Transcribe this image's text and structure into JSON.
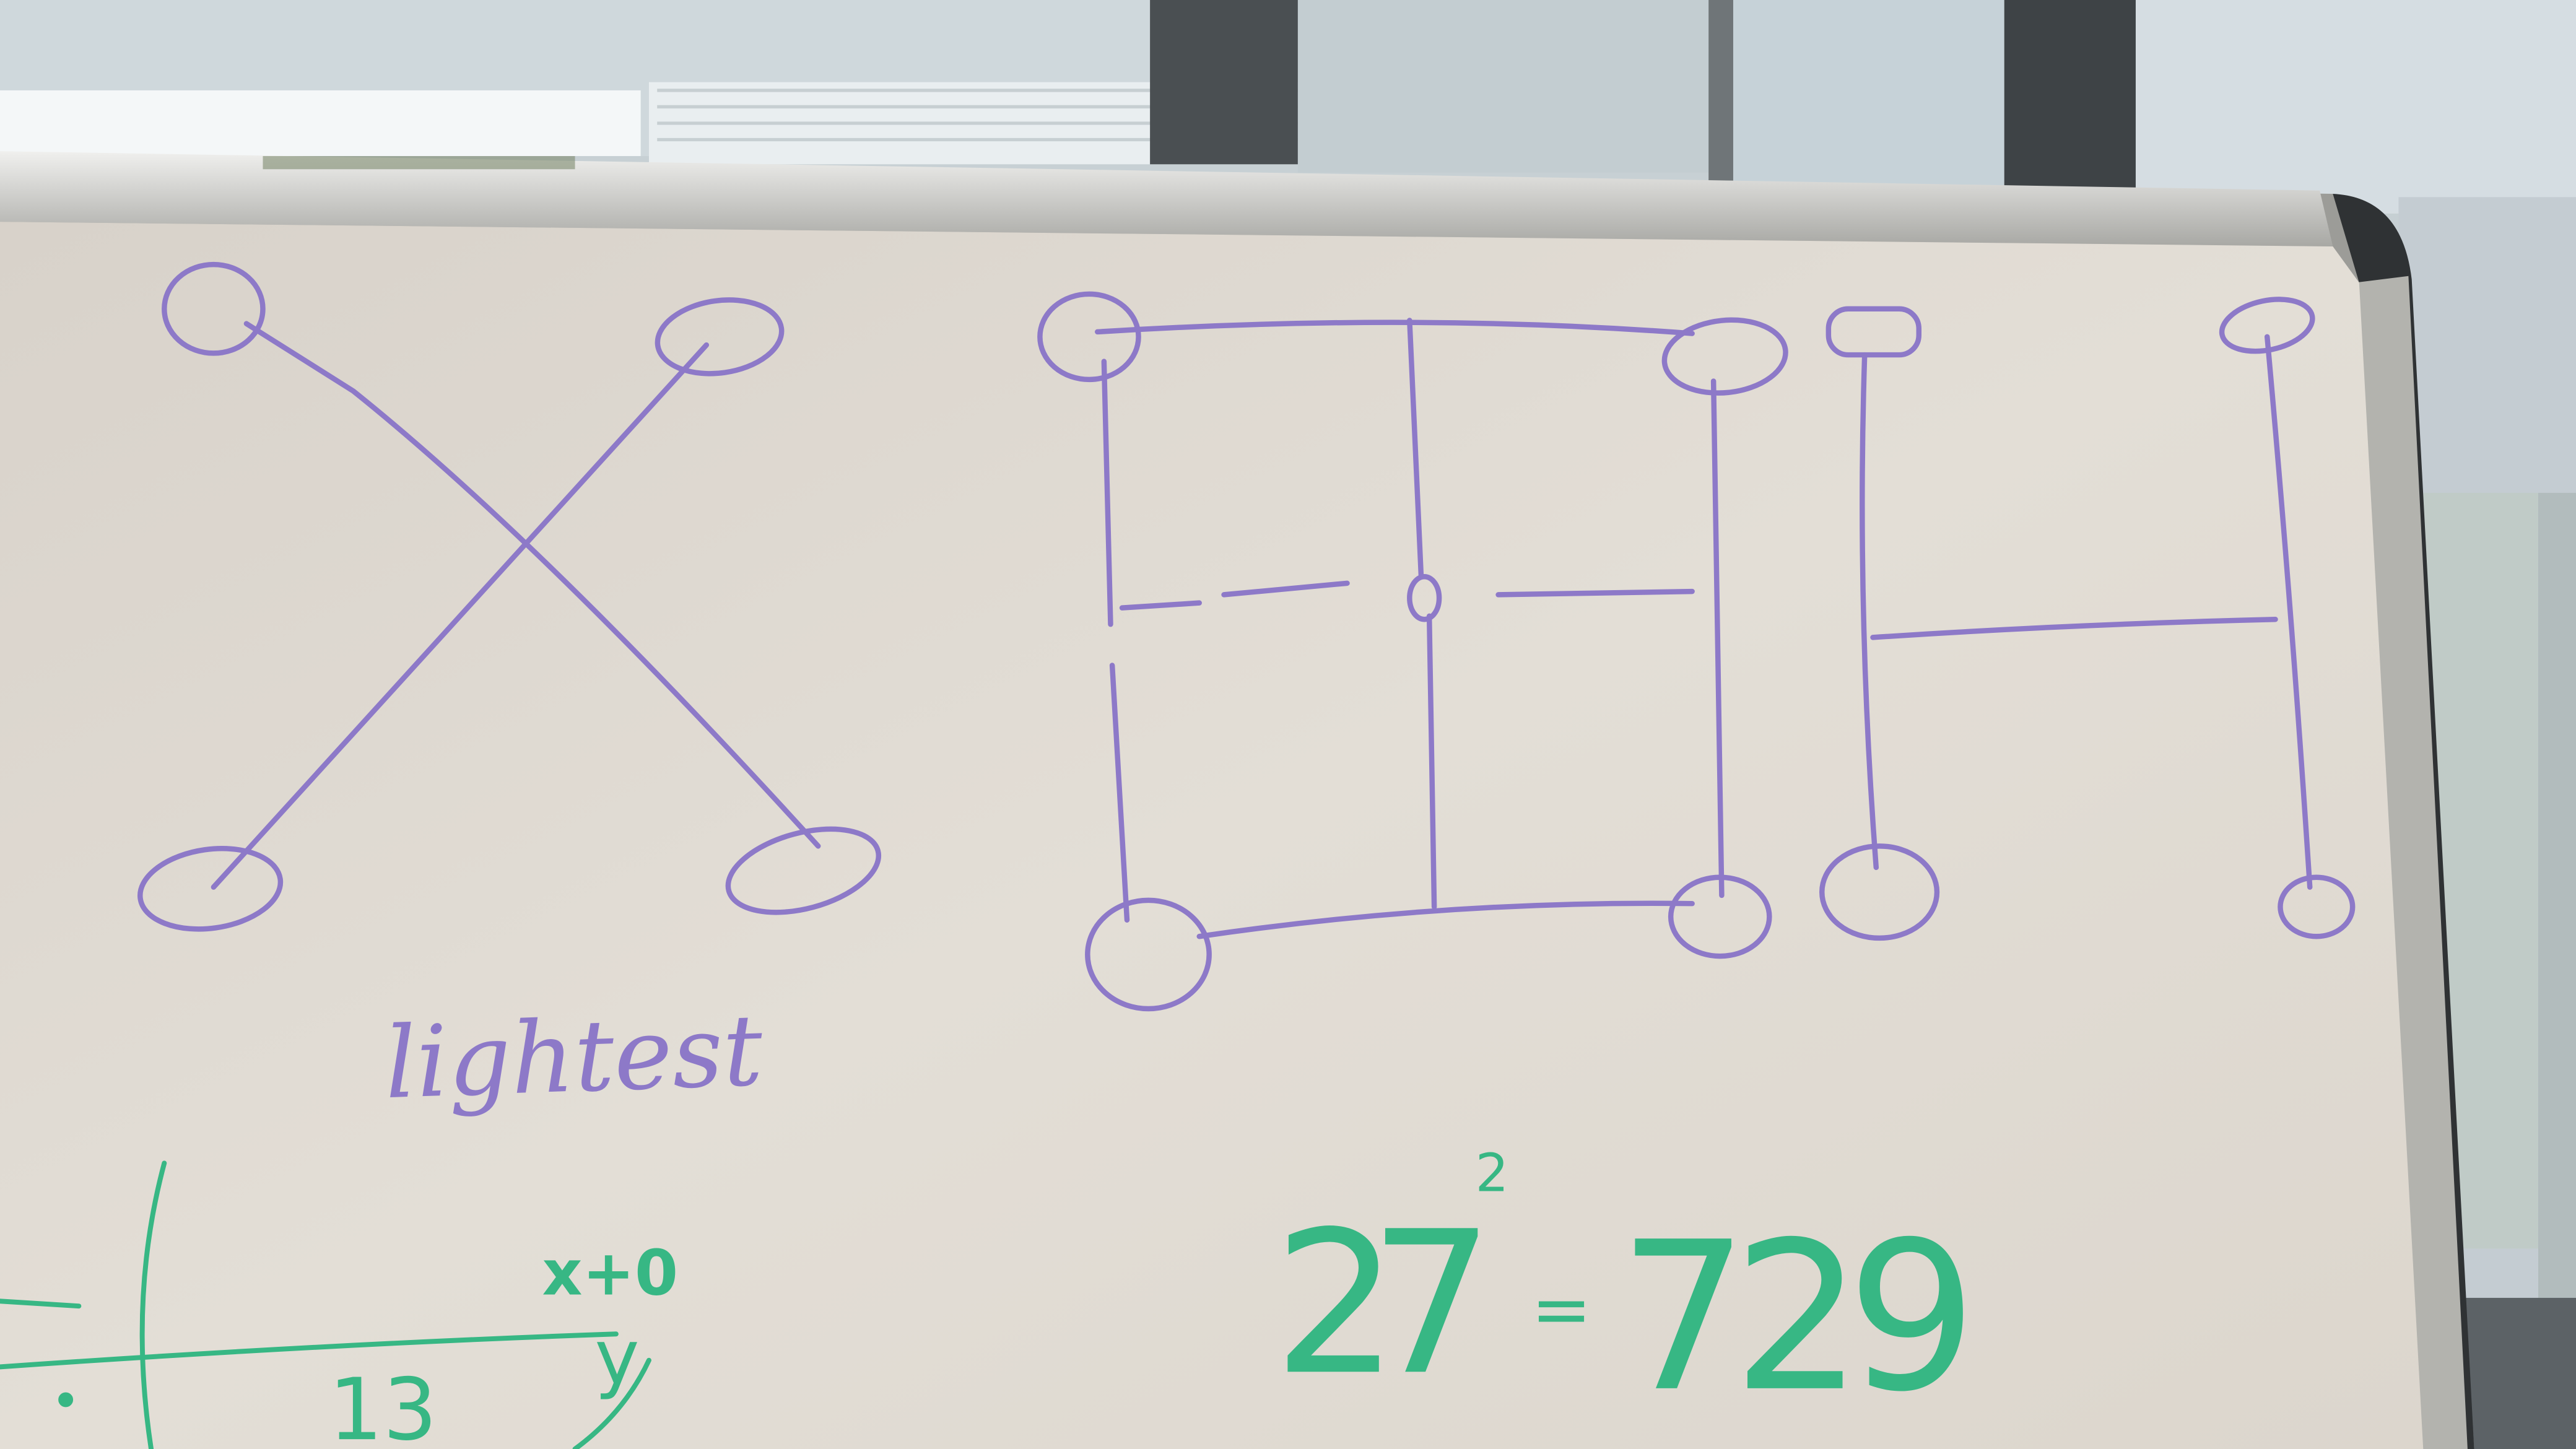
{
  "photo": {
    "subject": "whiteboard",
    "ink_colors": {
      "purple": "#8d79c8",
      "green": "#37b784"
    }
  },
  "sketches": {
    "cross_graph": {
      "label": "lightest"
    },
    "grid_graph": {},
    "h_graph": {}
  },
  "math": {
    "equation": {
      "left": "27",
      "exponent": "2",
      "equals": "=",
      "right": "729"
    },
    "graph": {
      "top_label": "x+0",
      "tick_label": "13",
      "axis_label": "y"
    }
  }
}
